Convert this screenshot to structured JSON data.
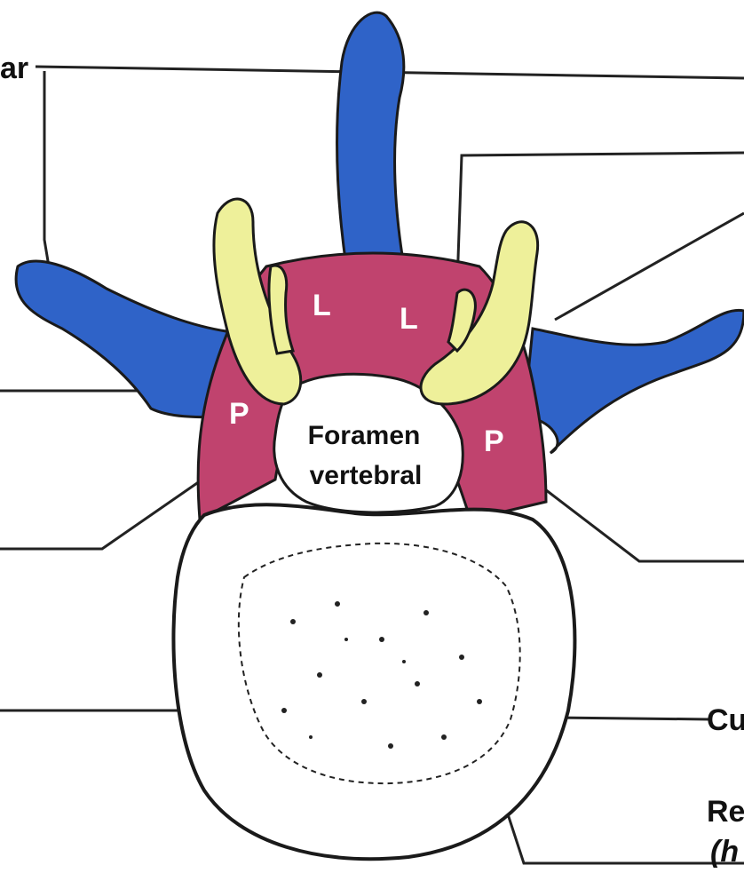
{
  "labels": {
    "top_left_fragment": "ar",
    "right_mid_fragment": "Cu",
    "right_bottom_fragment": "Re",
    "right_bottom_fragment_2": "(h",
    "foramen_line1": "Foramen",
    "foramen_line2": "vertebral",
    "lamina_left": "L",
    "lamina_right": "L",
    "pedicle_left": "P",
    "pedicle_right": "P"
  },
  "colors": {
    "process_blue": "#2f63c8",
    "lamina_pink": "#c0436e",
    "facet_yellow": "#eef09a",
    "outline": "#1a1a1a",
    "body_fill": "#ffffff"
  }
}
